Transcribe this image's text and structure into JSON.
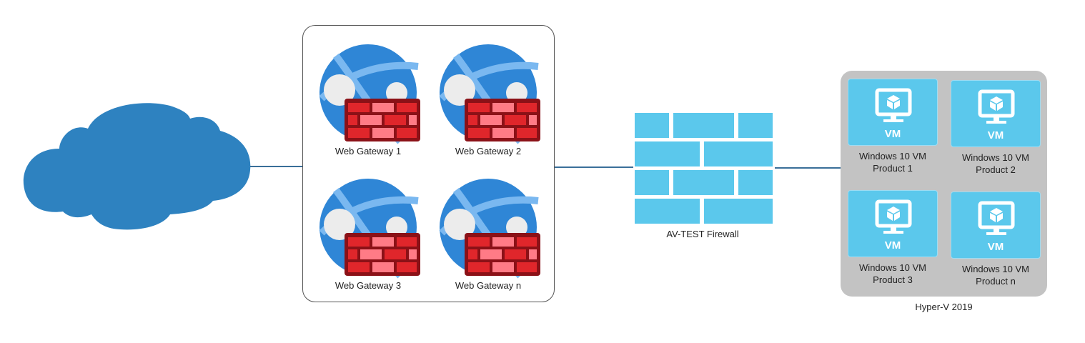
{
  "diagram": {
    "internet": {
      "icon": "cloud-icon",
      "color": "#2e82c0"
    },
    "gateways": [
      {
        "label": "Web Gateway 1"
      },
      {
        "label": "Web Gateway 2"
      },
      {
        "label": "Web Gateway 3"
      },
      {
        "label": "Web Gateway n"
      }
    ],
    "firewall": {
      "label": "AV-TEST Firewall",
      "color": "#5bc8ec"
    },
    "host": {
      "label": "Hyper-V 2019",
      "vms": [
        {
          "badge": "VM",
          "line1": "Windows 10 VM",
          "line2": "Product 1"
        },
        {
          "badge": "VM",
          "line1": "Windows 10 VM",
          "line2": "Product 2"
        },
        {
          "badge": "VM",
          "line1": "Windows 10 VM",
          "line2": "Product 3"
        },
        {
          "badge": "VM",
          "line1": "Windows 10 VM",
          "line2": "Product n"
        }
      ]
    },
    "colors": {
      "globe": "#2f86d6",
      "brick_dark": "#8b1117",
      "brick_red": "#e0262b",
      "brick_pink": "#ff7b86",
      "connector": "#3a6f99",
      "host_bg": "#c3c3c3"
    }
  }
}
